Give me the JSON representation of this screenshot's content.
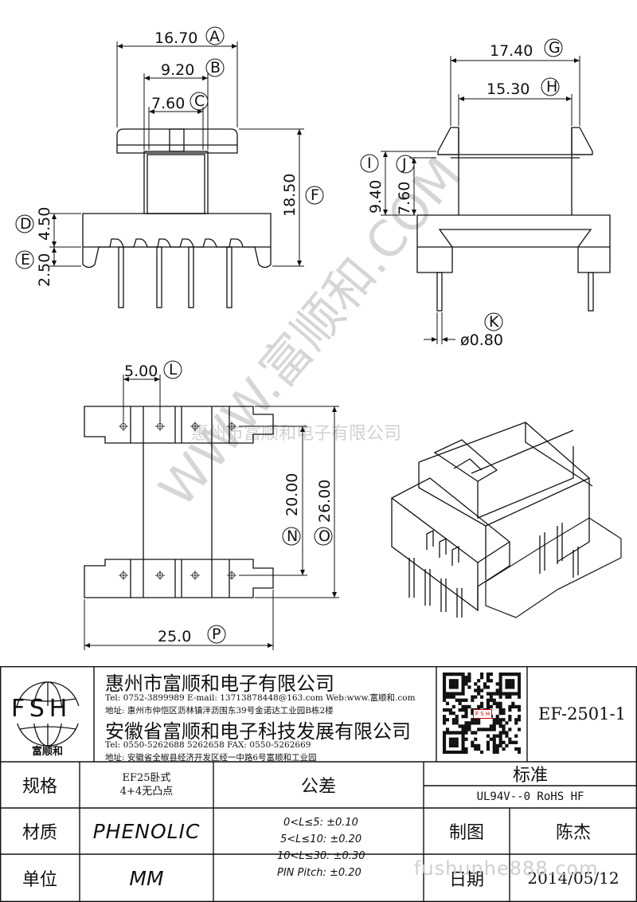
{
  "dims": {
    "a": {
      "value": "16.70",
      "tag": "A"
    },
    "b": {
      "value": "9.20",
      "tag": "B"
    },
    "c": {
      "value": "7.60",
      "tag": "C"
    },
    "d": {
      "value": "4.50",
      "tag": "D"
    },
    "e": {
      "value": "2.50",
      "tag": "E"
    },
    "f": {
      "value": "18.50",
      "tag": "F"
    },
    "g": {
      "value": "17.40",
      "tag": "G"
    },
    "h": {
      "value": "15.30",
      "tag": "H"
    },
    "i": {
      "value": "9.40",
      "tag": "I"
    },
    "j": {
      "value": "7.60",
      "tag": "J"
    },
    "k": {
      "value": "ø0.80",
      "tag": "K"
    },
    "l": {
      "value": "5.00",
      "tag": "L"
    },
    "n": {
      "value": "20.00",
      "tag": "N"
    },
    "o": {
      "value": "26.00",
      "tag": "O"
    },
    "p": {
      "value": "25.0",
      "tag": "P"
    }
  },
  "watermark": {
    "diagonal": "WWW.富顺和.COM",
    "company": "惠州市富顺和电子有限公司",
    "url": "fushunhe888.com"
  },
  "titleblock": {
    "logo_text": "FSH",
    "logo_caption": "富顺和",
    "company1": "惠州市富顺和电子有限公司",
    "tel1": "Tel:   0752-3899989  E-mail: 13713878448@163.com  Web:www.富顺和.com",
    "addr1": "地址: 惠州市仲恺区沥林镇泮沥围东39号金诺达工业园B栋2楼",
    "company2": "安徽省富顺和电子科技发展有限公司",
    "tel2": "Tel:   0550-5262688  5262658     FAX: 0550-5262669",
    "addr2": "地址: 安徽省全椒县经济开发区经一中路6号富顺和工业园",
    "qr_label": "F S H",
    "part_no": "EF-2501-1",
    "spec_label": "规格",
    "spec_value1": "EF25卧式",
    "spec_value2": "4+4无凸点",
    "tol_label": "公差",
    "std_label": "标准",
    "std_value": "UL94V--0  RoHS HF",
    "material_label": "材质",
    "material_value": "PHENOLIC",
    "tol1": "0<L≤5: ±0.10",
    "tol2": "5<L≤10: ±0.20",
    "tol3": "10<L≤30: ±0.30",
    "tol4": "PIN Pitch: ±0.20",
    "draw_label": "制图",
    "draw_value": "陈杰",
    "unit_label": "单位",
    "unit_value": "MM",
    "date_label": "日期",
    "date_value": "2014/05/12"
  }
}
